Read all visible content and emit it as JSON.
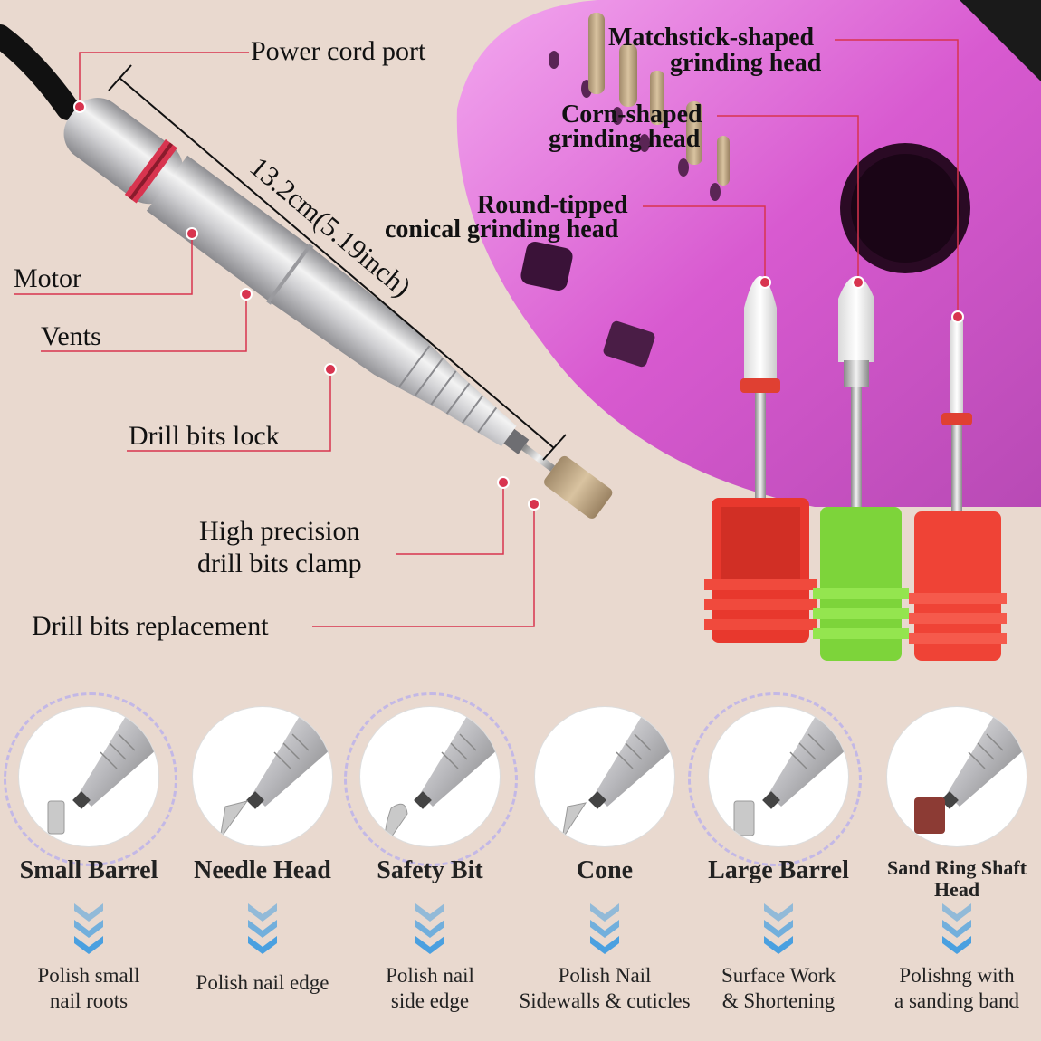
{
  "dimension": "13.2cm(5.19inch)",
  "callouts": {
    "power_cord_port": "Power cord port",
    "motor": "Motor",
    "vents": "Vents",
    "drill_bits_lock": "Drill bits lock",
    "clamp_line1": "High precision",
    "clamp_line2": "drill bits clamp",
    "replacement": "Drill bits replacement",
    "matchstick_line1": "Matchstick-shaped",
    "matchstick_line2": "grinding head",
    "corn_line1": "Corn-shaped",
    "corn_line2": "grinding head",
    "round_line1": "Round-tipped",
    "round_line2": "conical grinding head"
  },
  "bits": [
    {
      "name": "Small Barrel",
      "desc1": "Polish small",
      "desc2": "nail roots"
    },
    {
      "name": "Needle Head",
      "desc1": "Polish nail edge",
      "desc2": ""
    },
    {
      "name": "Safety Bit",
      "desc1": "Polish nail",
      "desc2": "side edge"
    },
    {
      "name": "Cone",
      "desc1": "Polish Nail",
      "desc2": "Sidewalls & cuticles"
    },
    {
      "name": "Large Barrel",
      "desc1": "Surface Work",
      "desc2": "& Shortening"
    },
    {
      "name": "Sand Ring Shaft Head",
      "desc1": "Polishng with",
      "desc2": "a sanding band"
    }
  ],
  "colors": {
    "accent_line": "#d8344f",
    "chevron": "#4aa0e0",
    "dashed_ring": "#c3b8e6",
    "bit_holder_red": "#e8382d",
    "bit_holder_green": "#7dd43a",
    "device_pink": "#e06fd6"
  }
}
